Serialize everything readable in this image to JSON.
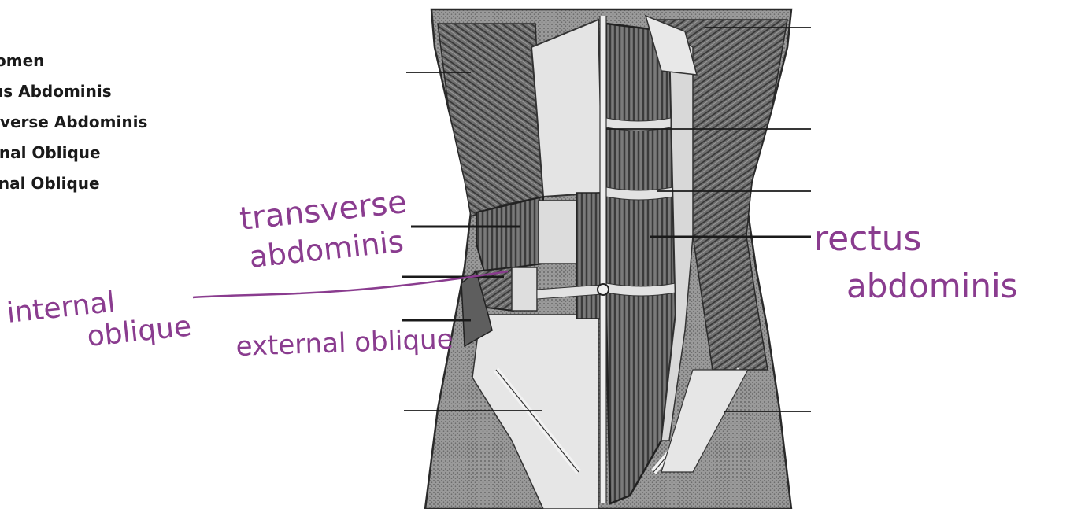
{
  "word_list": [
    "omen",
    "us Abdominis",
    "sverse Abdominis",
    "rnal Oblique",
    "rnal Oblique"
  ],
  "handwritten_labels": {
    "transverse_line1": "transverse",
    "transverse_line2": "abdominis",
    "internal_line1": "internal",
    "internal_line2": "oblique",
    "external": "external oblique",
    "rectus_line1": "rectus",
    "rectus_line2": "abdominis"
  },
  "colors": {
    "ink": "#8a3c8f",
    "print": "#1a1a1a",
    "muscle_dark": "#4a4a4a",
    "fascia": "#e4e4e4"
  }
}
